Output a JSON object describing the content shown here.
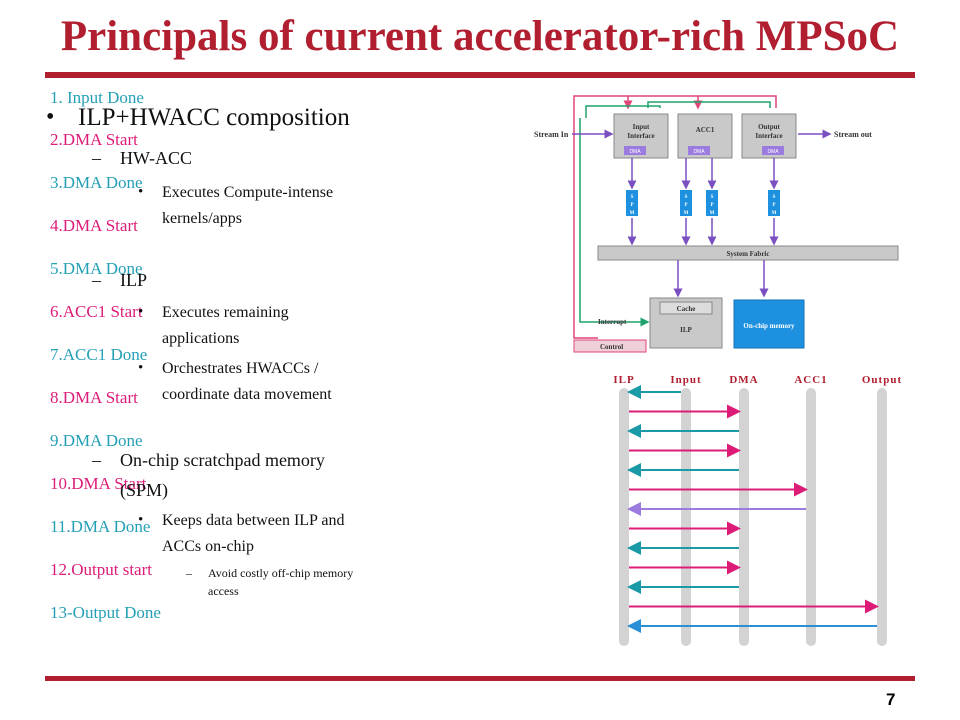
{
  "slide": {
    "title": "Principals of current accelerator-rich MPSoC",
    "page_number": "7"
  },
  "steps": [
    {
      "text": "1. Input Done",
      "color": "blue"
    },
    {
      "text": "2.DMA Start",
      "color": "pink"
    },
    {
      "text": "3.DMA Done",
      "color": "blue"
    },
    {
      "text": "4.DMA Start",
      "color": "pink"
    },
    {
      "text": "5.DMA Done",
      "color": "blue"
    },
    {
      "text": "6.ACC1 Start",
      "color": "pink"
    },
    {
      "text": "7.ACC1 Done",
      "color": "blue"
    },
    {
      "text": "8.DMA Start",
      "color": "pink"
    },
    {
      "text": "9.DMA Done",
      "color": "blue"
    },
    {
      "text": "10.DMA Start",
      "color": "pink"
    },
    {
      "text": "11.DMA Done",
      "color": "blue"
    },
    {
      "text": "12.Output start",
      "color": "pink"
    },
    {
      "text": "13-Output Done",
      "color": "blue"
    }
  ],
  "bullets": {
    "main": "ILP+HWACC composition",
    "hwacc": "HW-ACC",
    "hwacc_sub1_line1": "Executes Compute-intense",
    "hwacc_sub1_line2": "kernels/apps",
    "ilp": "ILP",
    "ilp_sub1_line1": "Executes remaining",
    "ilp_sub1_line2": "applications",
    "ilp_sub2_line1": "Orchestrates HWACCs /",
    "ilp_sub2_line2": "coordinate data movement",
    "spm_line1": "On-chip scratchpad memory",
    "spm_line2": "(SPM)",
    "spm_sub1_line1": "Keeps data between ILP and",
    "spm_sub1_line2": "ACCs on-chip",
    "spm_sub2_line1": "Avoid costly off-chip memory",
    "spm_sub2_line2": "access",
    "dash": "–",
    "dot": "•"
  },
  "diagram": {
    "stream_in": "Stream In",
    "stream_out": "Stream out",
    "input_interface_l1": "Input",
    "input_interface_l2": "Interface",
    "acc1": "ACC1",
    "output_interface_l1": "Output",
    "output_interface_l2": "Interface",
    "dma": "DMA",
    "spm_l1": "S",
    "spm_l2": "P",
    "spm_l3": "M",
    "system_fabric": "System Fabric",
    "interrupt": "Interrupt",
    "control": "Control",
    "cache": "Cache",
    "ilp": "ILP",
    "onchip_memory": "On-chip memory"
  },
  "sequence": {
    "lanes": [
      "ILP",
      "Input",
      "DMA",
      "ACC1",
      "Output"
    ],
    "messages": [
      {
        "from": "Input",
        "to": "ILP",
        "kind": "done"
      },
      {
        "from": "ILP",
        "to": "DMA",
        "kind": "start"
      },
      {
        "from": "DMA",
        "to": "ILP",
        "kind": "done"
      },
      {
        "from": "ILP",
        "to": "DMA",
        "kind": "start"
      },
      {
        "from": "DMA",
        "to": "ILP",
        "kind": "done"
      },
      {
        "from": "ILP",
        "to": "ACC1",
        "kind": "start"
      },
      {
        "from": "ACC1",
        "to": "ILP",
        "kind": "acc-done"
      },
      {
        "from": "ILP",
        "to": "DMA",
        "kind": "start"
      },
      {
        "from": "DMA",
        "to": "ILP",
        "kind": "done"
      },
      {
        "from": "ILP",
        "to": "DMA",
        "kind": "start"
      },
      {
        "from": "DMA",
        "to": "ILP",
        "kind": "done"
      },
      {
        "from": "ILP",
        "to": "Output",
        "kind": "start"
      },
      {
        "from": "Output",
        "to": "ILP",
        "kind": "out-done"
      }
    ],
    "colors": {
      "start": "#dd1c78",
      "done": "#1a9aa6",
      "acc-done": "#9b7be0",
      "out-done": "#2b8fd6"
    }
  }
}
